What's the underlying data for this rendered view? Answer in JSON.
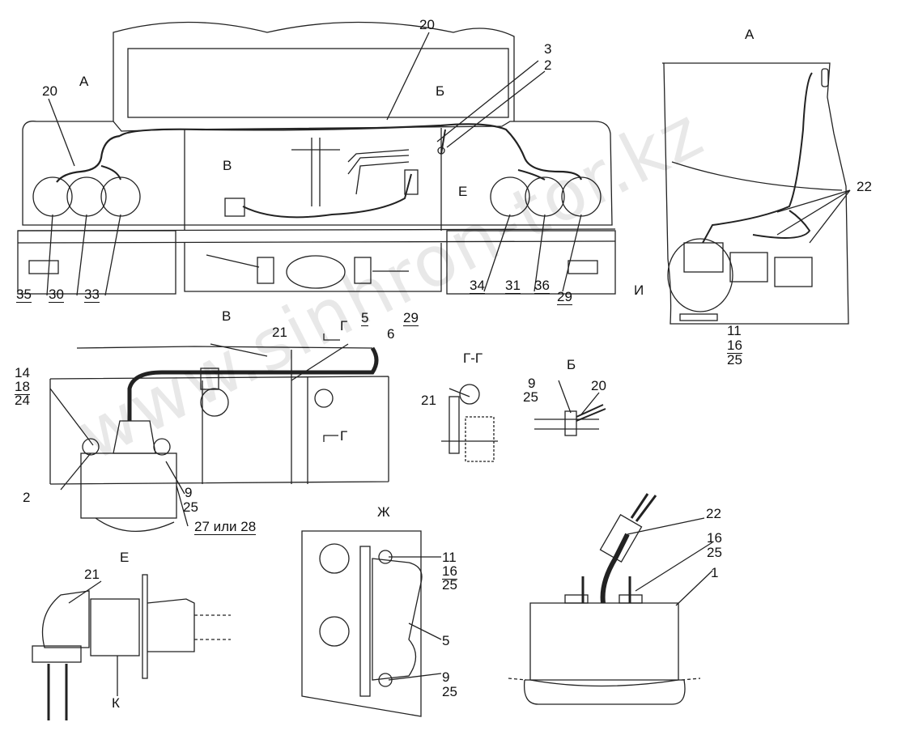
{
  "watermark": "www.sinhron-tor.kz",
  "corner_mark": "",
  "views": {
    "main": {
      "labels": [
        "20",
        "3",
        "2",
        "Б",
        "А",
        "В",
        "Е",
        "35",
        "30",
        "33",
        "34",
        "31",
        "36",
        "29",
        "5",
        "29"
      ]
    },
    "view_a": {
      "title": "А",
      "labels": [
        "22",
        "И",
        "11",
        "16",
        "25"
      ]
    },
    "view_v": {
      "title": "В",
      "labels": [
        "21",
        "Г",
        "6",
        "14",
        "18",
        "24",
        "2",
        "9",
        "25",
        "27 или 28",
        "Г"
      ]
    },
    "section_gg": {
      "title": "Г-Г",
      "labels": [
        "21"
      ]
    },
    "view_b": {
      "title": "Б",
      "labels": [
        "9",
        "25",
        "20"
      ]
    },
    "view_e": {
      "title": "Е",
      "labels": [
        "21",
        "К"
      ]
    },
    "view_zh": {
      "title": "Ж",
      "labels": [
        "11",
        "16",
        "25",
        "5",
        "9",
        "25"
      ]
    },
    "view_i": {
      "title": "И",
      "labels": [
        "22",
        "16",
        "25",
        "1"
      ]
    }
  }
}
